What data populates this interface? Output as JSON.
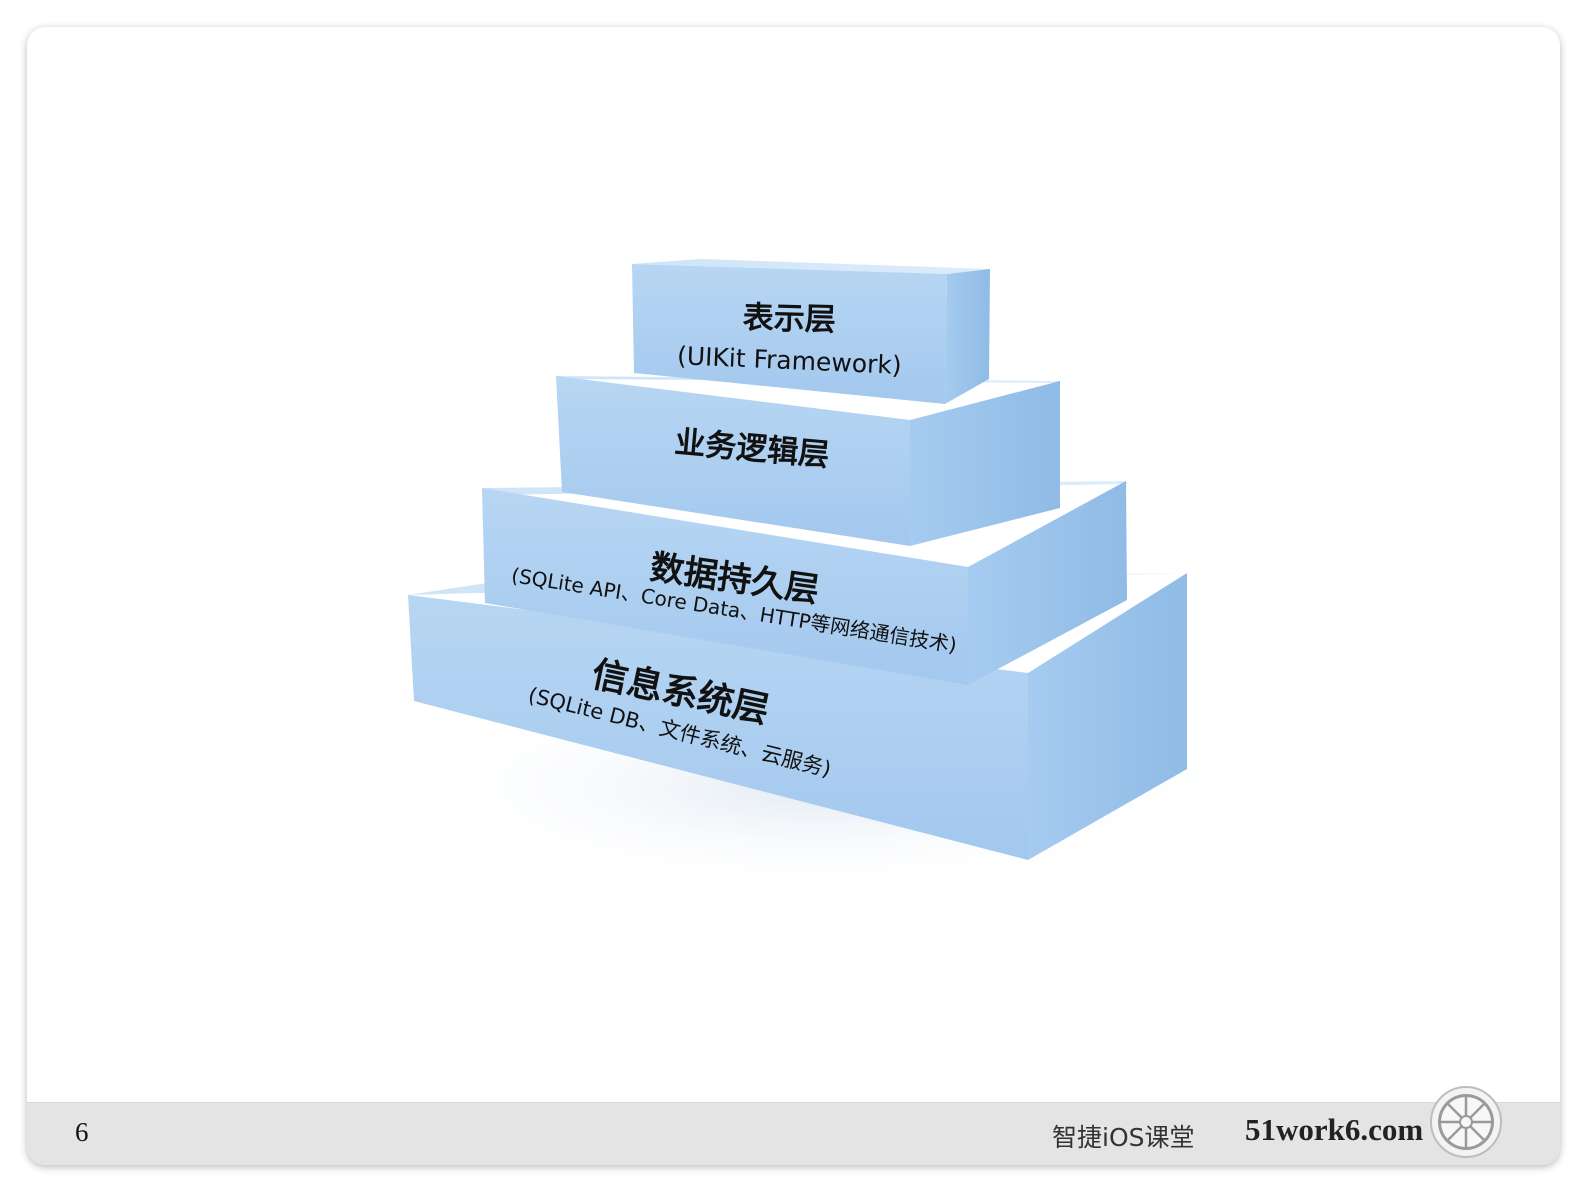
{
  "diagram": {
    "layers": [
      {
        "title": "表示层",
        "subtitle": "(UIKit Framework)"
      },
      {
        "title": "业务逻辑层",
        "subtitle": ""
      },
      {
        "title": "数据持久层",
        "subtitle": "(SQLite API、Core Data、HTTP等网络通信技术)"
      },
      {
        "title": "信息系统层",
        "subtitle": "(SQLite DB、文件系统、云服务)"
      }
    ],
    "colors": {
      "front": "#a9cdef",
      "top": "#cfe5f8",
      "side": "#8fbbe6"
    }
  },
  "footer": {
    "page_number": "6",
    "course_name": "智捷iOS课堂",
    "site": "51work6.com",
    "logo_icon": "aperture-logo-icon"
  }
}
